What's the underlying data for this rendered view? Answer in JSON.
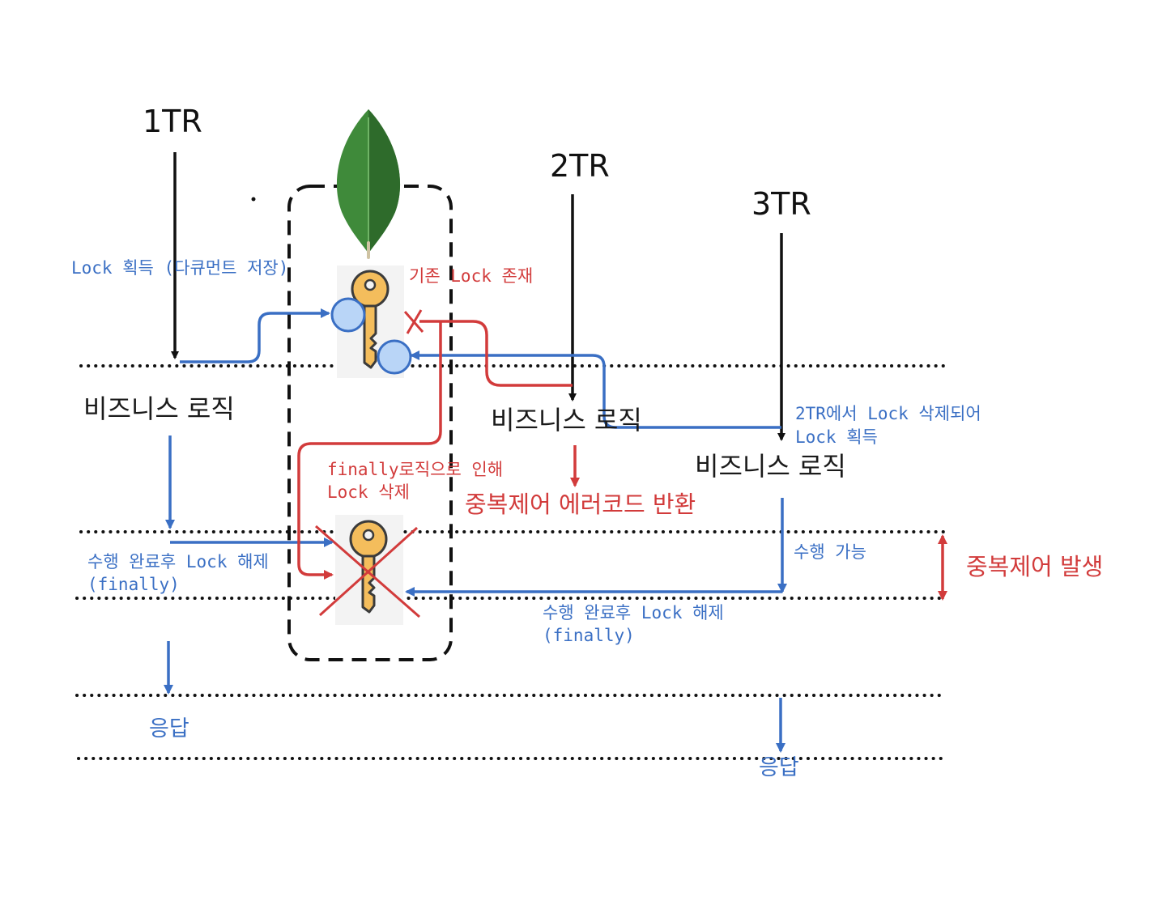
{
  "transactions": {
    "tr1": "1TR",
    "tr2": "2TR",
    "tr3": "3TR"
  },
  "business_logic": {
    "tr1": "비즈니스 로직",
    "tr2": "비즈니스 로직",
    "tr3": "비즈니스 로직"
  },
  "labels": {
    "lock_acquire": "Lock 획득 (다큐먼트 저장)",
    "lock_exists": "기존 Lock 존재",
    "tr3_lock_line1": "2TR에서 Lock 삭제되어",
    "tr3_lock_line2": "Lock 획득",
    "finally_delete_line1": "finally로직으로 인해",
    "finally_delete_line2": "Lock 삭제",
    "dup_error": "중복제어 에러코드 반환",
    "tr1_release_line1": "수행 완료후 Lock 해제",
    "tr1_release_line2": "(finally)",
    "executable": "수행 가능",
    "tr3_release_line1": "수행 완료후 Lock 해제",
    "tr3_release_line2": "(finally)",
    "dup_occurs": "중복제어 발생",
    "response_tr1": "응답",
    "response_tr3": "응답"
  },
  "icons": {
    "db": "mongodb-leaf-icon",
    "lock": "key-icon",
    "released_lock": "crossed-key-icon"
  },
  "colors": {
    "blue": "#3a6fc4",
    "red": "#d23b3b",
    "black": "#111111",
    "handle_fill": "#b9d5f7"
  }
}
